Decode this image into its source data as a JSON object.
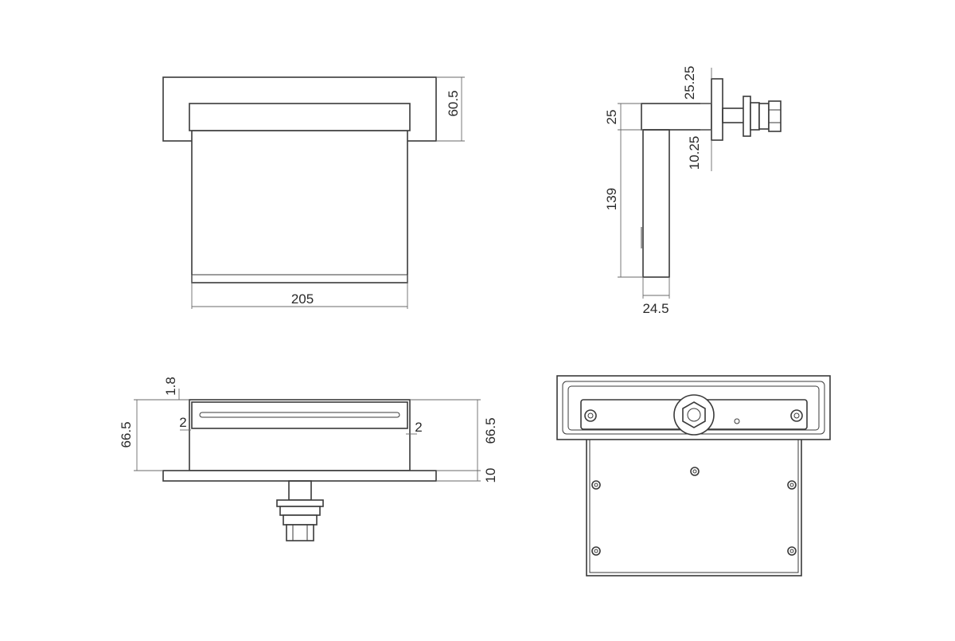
{
  "dimensions": {
    "front_width": "205",
    "front_top_height": "60.5",
    "side_upper_projection": "25.25",
    "side_lower_projection": "10.25",
    "side_top_thickness": "25",
    "side_height": "139",
    "side_depth": "24.5",
    "plan_lip": "1.8",
    "plan_left_depth": "66.5",
    "plan_right_depth": "66.5",
    "plan_left_gap": "2",
    "plan_right_gap": "2",
    "plan_plate": "10"
  },
  "colors": {
    "line": "#3a3a3a",
    "dimension_line": "#6a6a6a",
    "background": "#ffffff"
  }
}
